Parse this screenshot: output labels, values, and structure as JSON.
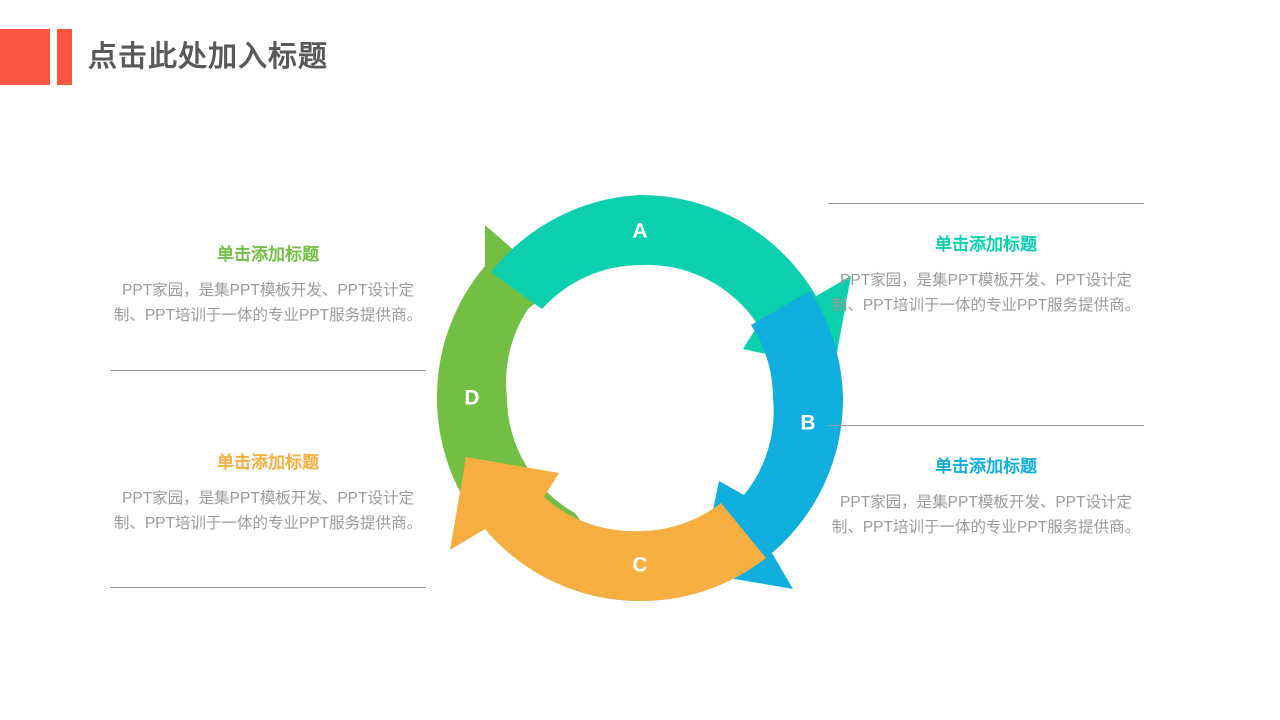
{
  "header": {
    "title": "点击此处加入标题",
    "accent_color": "#fb5441",
    "title_color": "#595959"
  },
  "body_text": "PPT家园，是集PPT模板开发、PPT设计定制、PPT培训于一体的专业PPT服务提供商。",
  "blocks": [
    {
      "id": "top-left",
      "title": "单击添加标题",
      "body": "PPT家园，是集PPT模板开发、PPT设计定制、PPT培训于一体的专业PPT服务提供商。",
      "color": "#72bf44",
      "linked_segment": "D"
    },
    {
      "id": "bottom-left",
      "title": "单击添加标题",
      "body": "PPT家园，是集PPT模板开发、PPT设计定制、PPT培训于一体的专业PPT服务提供商。",
      "color": "#f5ae3f",
      "linked_segment": "C"
    },
    {
      "id": "top-right",
      "title": "单击添加标题",
      "body": "PPT家园，是集PPT模板开发、PPT设计定制、PPT培训于一体的专业PPT服务提供商。",
      "color": "#0ccfad",
      "linked_segment": "A"
    },
    {
      "id": "bottom-right",
      "title": "单击添加标题",
      "body": "PPT家园，是集PPT模板开发、PPT设计定制、PPT培训于一体的专业PPT服务提供商。",
      "color": "#0faedc",
      "linked_segment": "B"
    }
  ],
  "chart_data": {
    "type": "diagram",
    "shape": "cycle-ring",
    "direction": "clockwise",
    "segment_count": 4,
    "segments": [
      {
        "label": "A",
        "color": "#0ccfad",
        "quadrant": "top",
        "start_deg": -90,
        "end_deg": 0,
        "label_color": "#ffffff"
      },
      {
        "label": "B",
        "color": "#0faedc",
        "quadrant": "right",
        "start_deg": 0,
        "end_deg": 90,
        "label_color": "#ffffff"
      },
      {
        "label": "C",
        "color": "#f5ae3f",
        "quadrant": "bottom",
        "start_deg": 90,
        "end_deg": 180,
        "label_color": "#ffffff"
      },
      {
        "label": "D",
        "color": "#72bf44",
        "quadrant": "left",
        "start_deg": 180,
        "end_deg": 270,
        "label_color": "#ffffff"
      }
    ],
    "outer_radius": 203,
    "inner_radius": 133,
    "center": [
      640,
      398
    ],
    "background": "#ffffff"
  },
  "divider_color": "#9a9a9a"
}
